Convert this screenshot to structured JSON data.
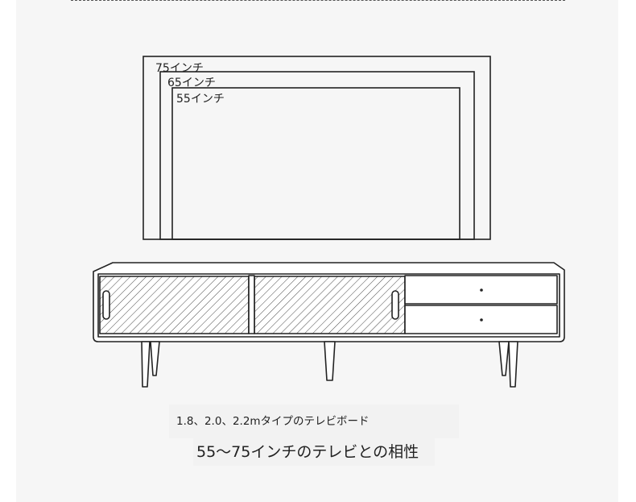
{
  "tv_sizes": [
    {
      "label": "75インチ"
    },
    {
      "label": "65インチ"
    },
    {
      "label": "55インチ"
    }
  ],
  "caption": {
    "sub": "1.8、2.0、2.2mタイプのテレビボード",
    "main": "55〜75インチのテレビとの相性"
  },
  "colors": {
    "panel_bg": "#f6f6f6",
    "line": "#222222"
  }
}
